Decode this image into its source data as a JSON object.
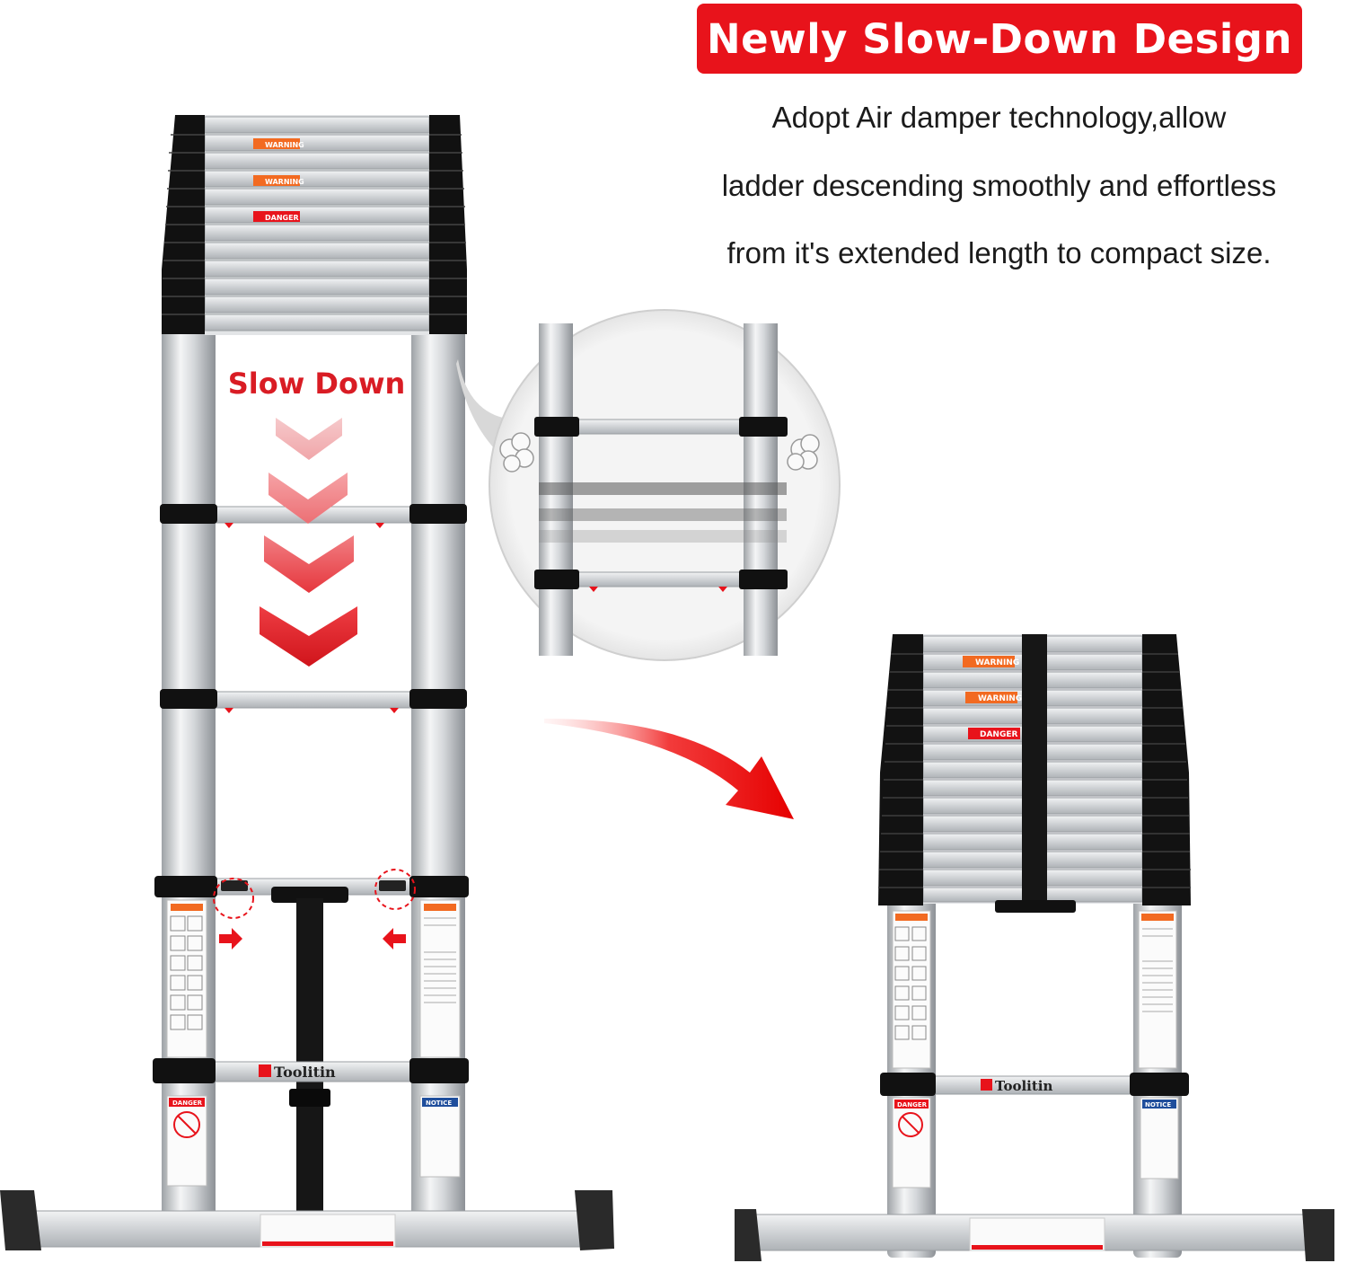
{
  "heading": "Newly Slow-Down Design",
  "description": [
    "Adopt Air damper technology,allow",
    "ladder descending smoothly and effortless",
    "from it's extended length to compact size."
  ],
  "slow_down_label": "Slow Down",
  "brand": "Toolitin",
  "labels": {
    "warning": "WARNING",
    "danger": "DANGER",
    "notice": "NOTICE"
  },
  "colors": {
    "accent_red": "#e8131b",
    "label_orange": "#f26a21",
    "notice_blue": "#1f4e9c",
    "ladder_black": "#161616",
    "aluminium": "#d9dbdd"
  },
  "icons": [
    "chevron-down-icon",
    "arrow-right-icon",
    "arrow-left-icon",
    "air-puff-icon",
    "curved-arrow-icon",
    "zoom-callout-icon"
  ]
}
